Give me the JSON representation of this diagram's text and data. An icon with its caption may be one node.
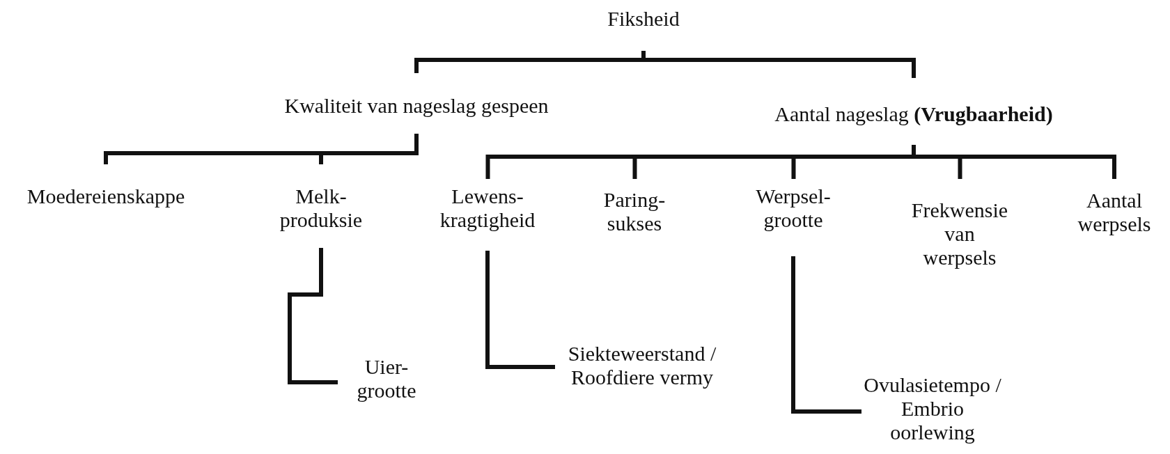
{
  "diagram": {
    "nodes": [
      {
        "text": [
          "Fiksheid"
        ]
      },
      {
        "text": [
          "Kwaliteit van nageslag gespeen"
        ]
      },
      {
        "text": [
          "Aantal nageslag **(Vrugbaarheid)**"
        ]
      },
      {
        "text": [
          "Moedereienskappe"
        ]
      },
      {
        "text": [
          "Melk- produksie"
        ]
      },
      {
        "text": [
          "Lewens- kragtigheid"
        ]
      },
      {
        "text": [
          "Paring- sukses"
        ]
      },
      {
        "text": [
          "Werpsel- grootte"
        ]
      },
      {
        "text": [
          "Frekwensie van werpsels"
        ]
      },
      {
        "text": [
          "Aantal werpsels"
        ]
      },
      {
        "text": [
          "Uier- grootte"
        ]
      },
      {
        "text": [
          "Siekteweerstand / Roofdiere vermy"
        ]
      },
      {
        "text": [
          "Ovulasietempo / Embrio oorlewing"
        ]
      }
    ],
    "edges": [
      {
        "from": 0,
        "to": 1,
        "arrow": "none"
      },
      {
        "from": 0,
        "to": 2,
        "arrow": "none"
      },
      {
        "from": 1,
        "to": 3,
        "arrow": "none"
      },
      {
        "from": 1,
        "to": 4,
        "arrow": "none"
      },
      {
        "from": 2,
        "to": 5,
        "arrow": "none"
      },
      {
        "from": 2,
        "to": 6,
        "arrow": "none"
      },
      {
        "from": 2,
        "to": 7,
        "arrow": "none"
      },
      {
        "from": 2,
        "to": 8,
        "arrow": "none"
      },
      {
        "from": 2,
        "to": 9,
        "arrow": "none"
      },
      {
        "from": 4,
        "to": 10,
        "arrow": "none"
      },
      {
        "from": 5,
        "to": 11,
        "arrow": "none"
      },
      {
        "from": 7,
        "to": 12,
        "arrow": "none"
      }
    ]
  }
}
